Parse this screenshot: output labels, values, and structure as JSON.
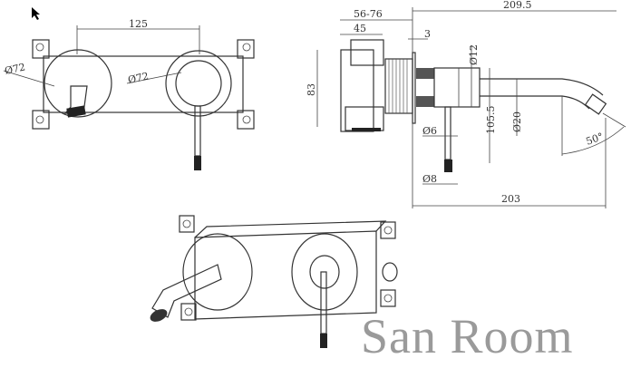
{
  "front_view": {
    "width_label": "125",
    "left_dia_label": "Ø72",
    "right_dia_label": "Ø72"
  },
  "side_view": {
    "depth_range_label": "56-76",
    "body_depth_label": "45",
    "plate_label": "3",
    "overall_label": "209.5",
    "height_label": "83",
    "handle_dia_label": "Ø12",
    "spout_height_label": "105.5",
    "spout_dia_label": "Ø20",
    "lever_dia_label": "Ø6",
    "tip_dia_label": "Ø8",
    "angle_label": "50°",
    "projection_label": "203"
  },
  "watermark": "San Room"
}
